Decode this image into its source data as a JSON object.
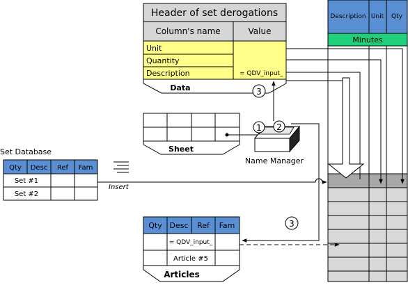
{
  "derogations": {
    "title": "Header of set derogations",
    "col_name": "Column's name",
    "col_value": "Value",
    "rows": [
      "Unit",
      "Quantity",
      "Description"
    ],
    "description_value": "= QDV_input_",
    "tray_label": "Data"
  },
  "sheet": {
    "label": "Sheet"
  },
  "name_manager": {
    "label": "Name Manager",
    "step1": "1",
    "step2": "2"
  },
  "steps": {
    "top": "3",
    "bottom": "3"
  },
  "set_db": {
    "title": "Set Database",
    "headers": [
      "Qty",
      "Desc",
      "Ref",
      "Fam"
    ],
    "rows": [
      [
        "Set #1",
        ""
      ],
      [
        "Set #2",
        ""
      ]
    ]
  },
  "insert_label": "Insert",
  "articles": {
    "headers": [
      "Qty",
      "Desc",
      "Ref",
      "Fam"
    ],
    "row1": "= QDV_input_",
    "row2": "Article #5",
    "tray_label": "Articles"
  },
  "right_grid": {
    "headers": [
      "Description",
      "Unit",
      "Qty"
    ],
    "minutes_label": "Minutes"
  },
  "colors": {
    "header_blue": "#5b8fd4",
    "minutes_green": "#1fd07a",
    "yellow": "#ffff8a",
    "header_gray": "#d6d6d6",
    "grid_gray": "#d9d9d9",
    "dark_row": "#a8a8a8"
  }
}
